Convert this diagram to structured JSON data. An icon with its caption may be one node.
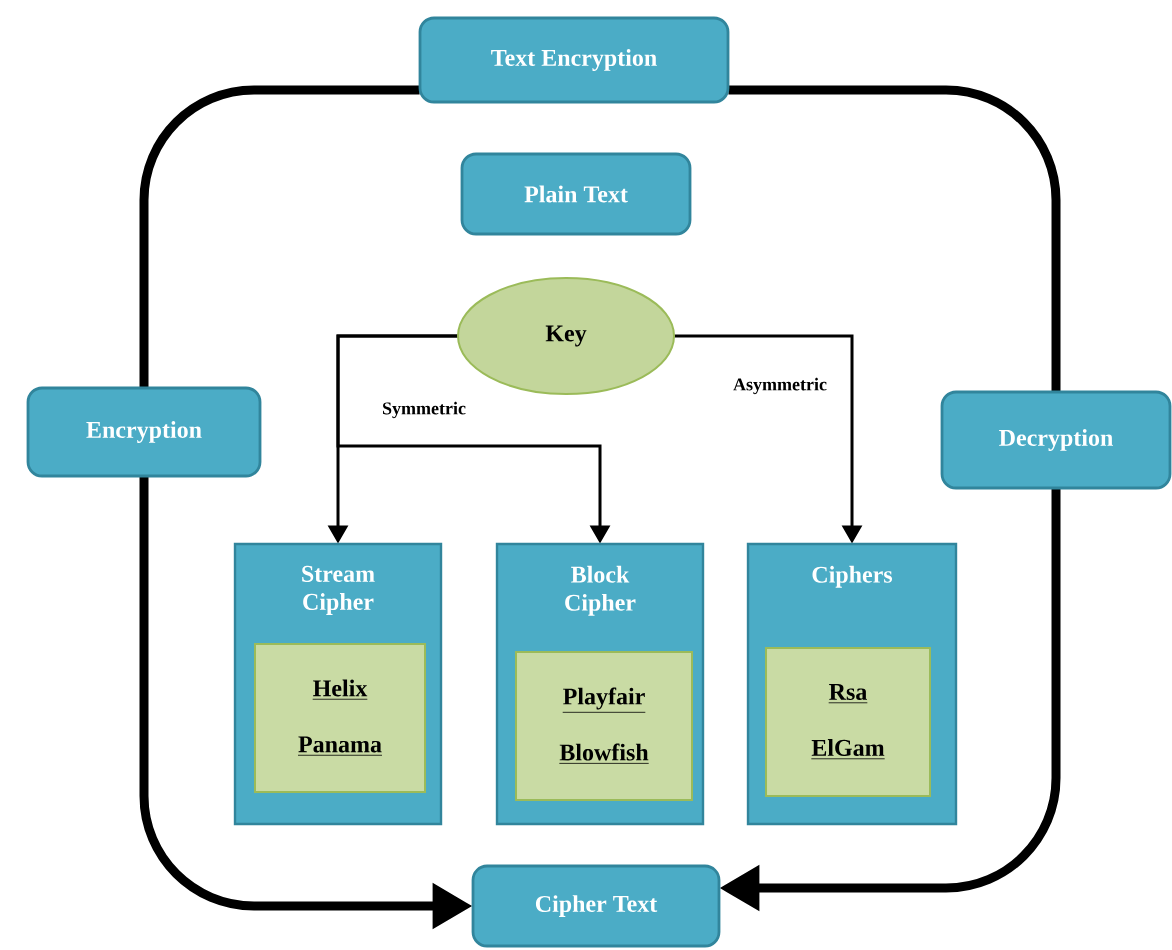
{
  "diagram": {
    "nodes": [
      {
        "text": [
          "Text  Encryption"
        ]
      },
      {
        "text": [
          "Plain Text"
        ]
      },
      {
        "text": [
          "Encryption"
        ]
      },
      {
        "text": [
          "Decryption"
        ]
      },
      {
        "text": [
          "Key"
        ]
      },
      {
        "text": [
          "Stream Cipher"
        ]
      },
      {
        "text": [
          "Helix",
          "Panama"
        ],
        "in": 5
      },
      {
        "text": [
          "Block Cipher"
        ]
      },
      {
        "text": [
          "Playfair",
          "Blowfish"
        ],
        "in": 7
      },
      {
        "text": [
          "Ciphers"
        ]
      },
      {
        "text": [
          "Rsa",
          "ElGam"
        ],
        "in": 9
      },
      {
        "text": [
          "Cipher Text"
        ]
      }
    ],
    "edges": [
      {
        "from": 4,
        "to": 5,
        "arrow": "to",
        "label": "Symmetric"
      },
      {
        "from": 4,
        "to": 7,
        "arrow": "to"
      },
      {
        "from": 4,
        "to": 9,
        "arrow": "to",
        "label": "Asymmetric"
      },
      {
        "from": 0,
        "to": 2,
        "arrow": "none"
      },
      {
        "from": 2,
        "to": 11,
        "arrow": "to"
      },
      {
        "from": 0,
        "to": 3,
        "arrow": "none"
      },
      {
        "from": 3,
        "to": 11,
        "arrow": "to"
      }
    ]
  }
}
